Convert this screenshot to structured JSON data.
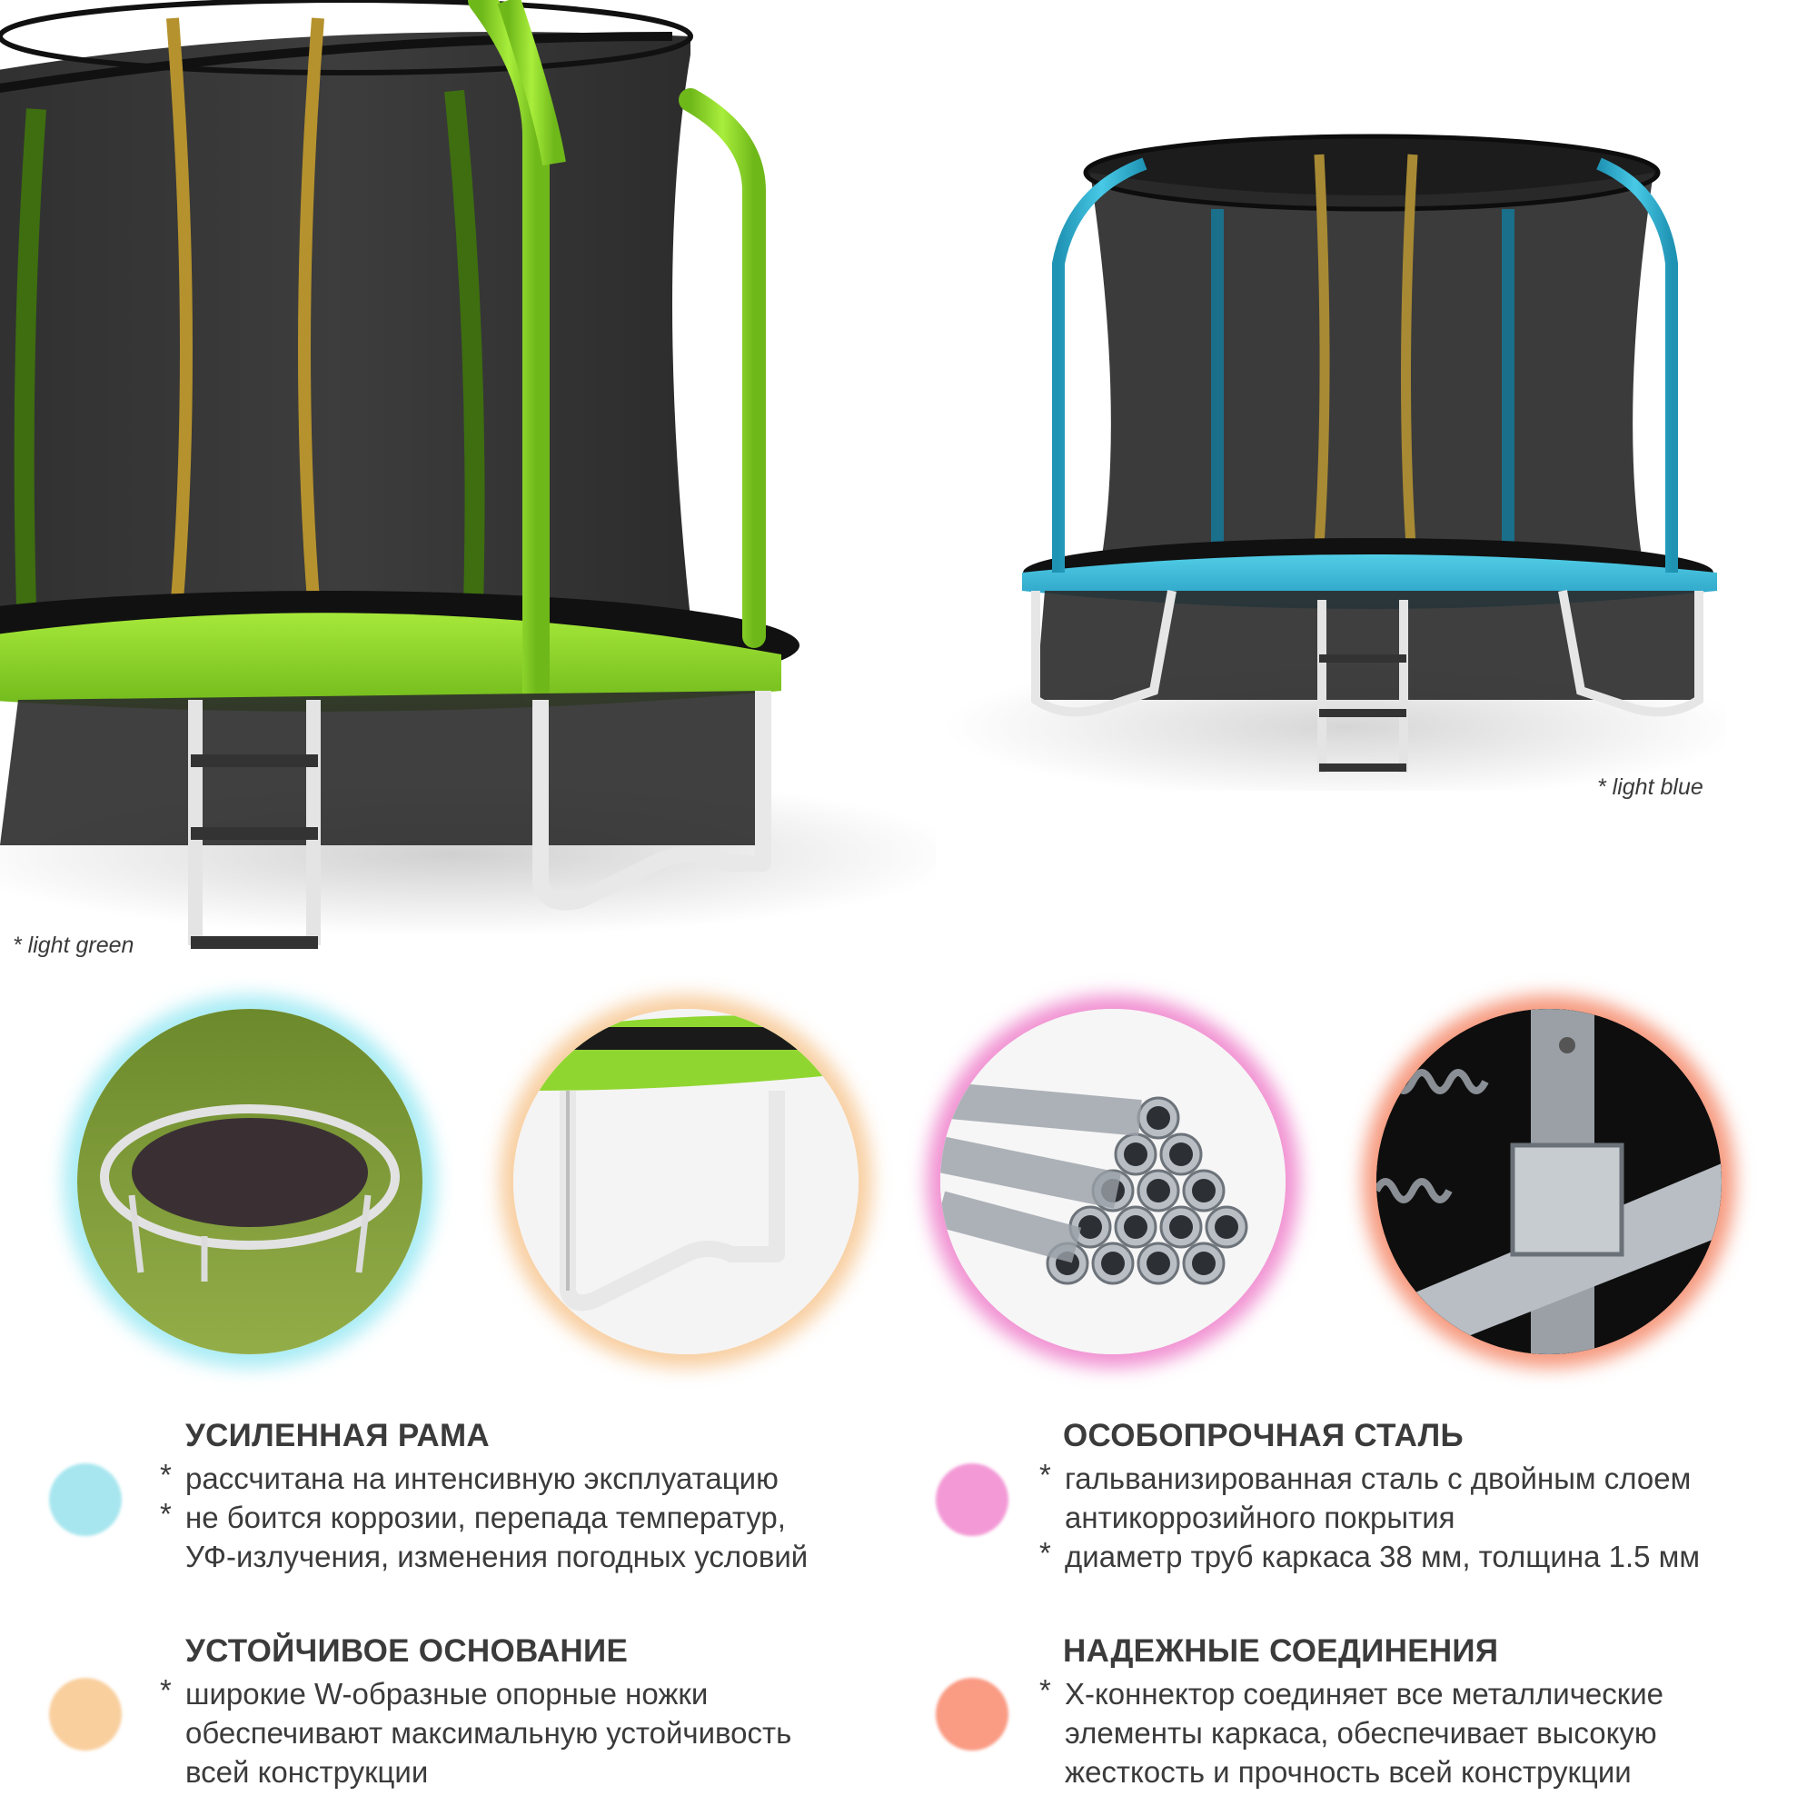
{
  "products": {
    "green": {
      "caption": "* light green",
      "color": "#8ad42a"
    },
    "blue": {
      "caption": "* light blue",
      "color": "#2eb6d6"
    }
  },
  "detail_photos": [
    {
      "name": "frame-photo",
      "ring_color": "#8fe4f0"
    },
    {
      "name": "base-photo",
      "ring_color": "#f7c99a"
    },
    {
      "name": "steel-photo",
      "ring_color": "#ef88cc"
    },
    {
      "name": "connector-photo",
      "ring_color": "#f59b80"
    }
  ],
  "features": [
    {
      "title": "УСИЛЕННАЯ РАМА",
      "dot_color": "#a8e6ef",
      "bullets": [
        {
          "star": "*",
          "lines": [
            "рассчитана на интенсивную эксплуатацию"
          ]
        },
        {
          "star": "*",
          "lines": [
            "не боится коррозии, перепада температур,",
            "УФ-излучения, изменения погодных условий"
          ]
        }
      ]
    },
    {
      "title": "ОСОБОПРОЧНАЯ СТАЛЬ",
      "dot_color": "#f39ad6",
      "bullets": [
        {
          "star": "*",
          "lines": [
            "гальванизированная сталь с двойным слоем",
            "антикоррозийного покрытия"
          ]
        },
        {
          "star": "*",
          "lines": [
            "диаметр труб каркаса 38 мм, толщина 1.5 мм"
          ]
        }
      ]
    },
    {
      "title": "УСТОЙЧИВОЕ ОСНОВАНИЕ",
      "dot_color": "#f9cf9e",
      "bullets": [
        {
          "star": "*",
          "lines": [
            "широкие W-образные опорные ножки",
            "обеспечивают максимальную устойчивость",
            "всей конструкции"
          ]
        }
      ]
    },
    {
      "title": "НАДЕЖНЫЕ СОЕДИНЕНИЯ",
      "dot_color": "#fa9b84",
      "bullets": [
        {
          "star": "*",
          "lines": [
            "Х-коннектор соединяет все металлические",
            "элементы каркаса, обеспечивает высокую",
            "жесткость и прочность всей конструкции"
          ]
        }
      ]
    }
  ]
}
